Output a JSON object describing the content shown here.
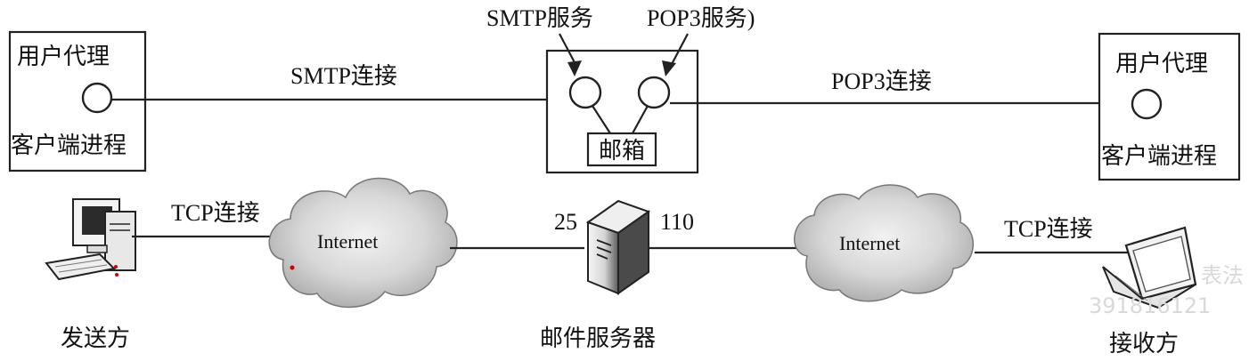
{
  "top": {
    "left_agent": {
      "label_top": "用户代理",
      "label_bottom": "客户端进程"
    },
    "right_agent": {
      "label_top": "用户代理",
      "label_bottom": "客户端进程"
    },
    "server_box": {
      "mailbox_label": "邮箱",
      "smtp_service_label": "SMTP服务",
      "pop3_service_label": "POP3服务)"
    },
    "smtp_link_label": "SMTP连接",
    "pop3_link_label": "POP3连接"
  },
  "bottom": {
    "sender_label": "发送方",
    "receiver_label": "接收方",
    "server_label": "邮件服务器",
    "left_tcp_label": "TCP连接",
    "right_tcp_label": "TCP连接",
    "left_cloud_label": "Internet",
    "right_cloud_label": "Internet",
    "port_left": "25",
    "port_right": "110"
  },
  "watermark": {
    "line1": "表法",
    "line2": "391816121"
  },
  "icons": {
    "sender": "desktop-computer-icon",
    "server": "server-tower-icon",
    "receiver": "laptop-icon",
    "cloud": "cloud-icon"
  }
}
